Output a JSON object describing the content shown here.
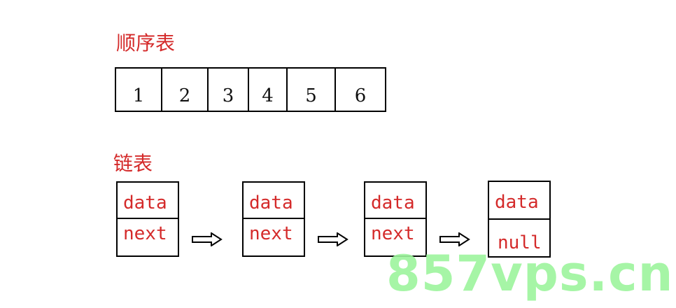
{
  "sequential": {
    "title": "顺序表",
    "cells": [
      "1",
      "2",
      "3",
      "4",
      "5",
      "6"
    ]
  },
  "linked": {
    "title": "链表",
    "nodes": [
      {
        "data": "data",
        "link": "next"
      },
      {
        "data": "data",
        "link": "next"
      },
      {
        "data": "data",
        "link": "next"
      },
      {
        "data": "data",
        "link": "null"
      }
    ]
  },
  "watermark": "857vps.cn",
  "colors": {
    "label_red": "#d42a2a",
    "border": "#000000",
    "watermark_green": "#9df59d"
  },
  "icons": {
    "pointer": "hollow-right-arrow-icon"
  }
}
